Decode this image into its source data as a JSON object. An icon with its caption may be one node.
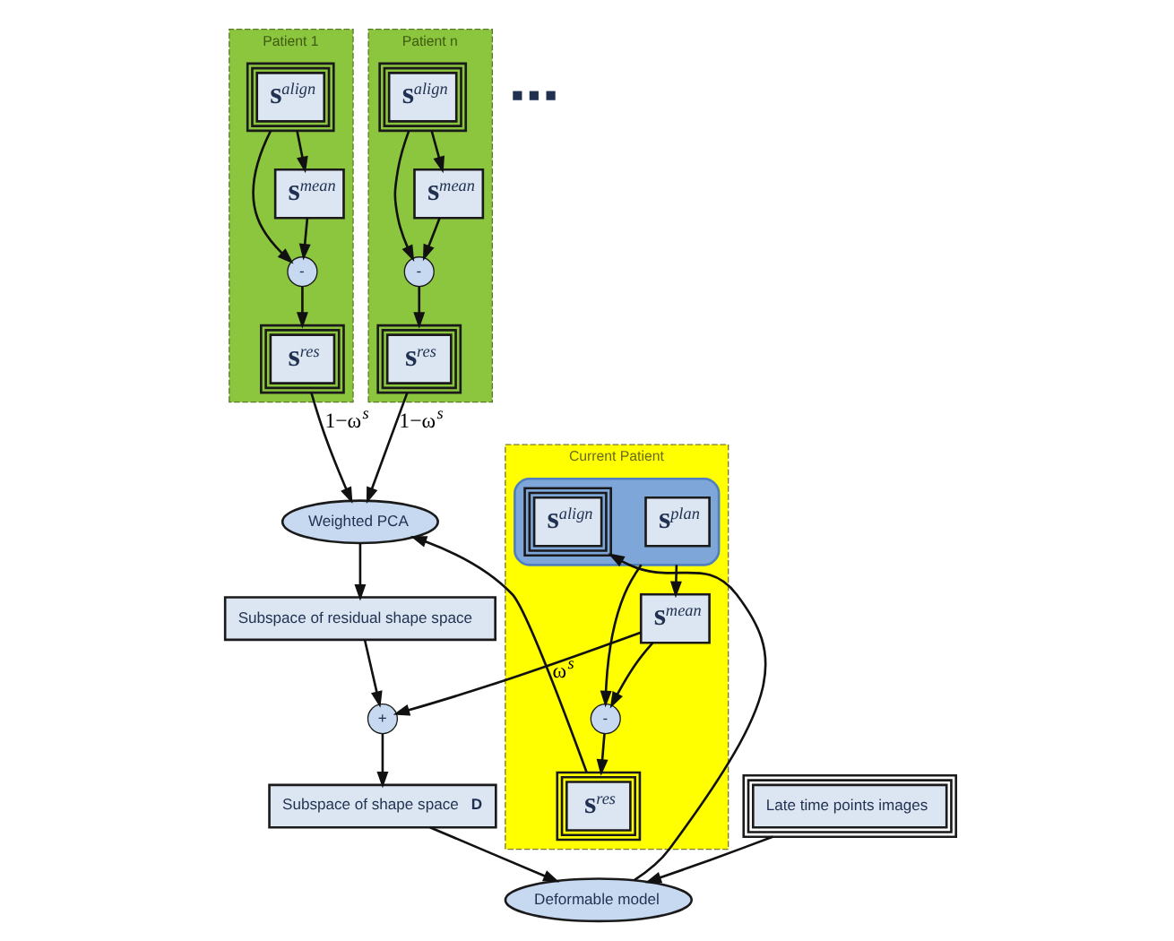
{
  "diagram": {
    "nodes": [
      {
        "text": [
          "Patient 1"
        ]
      },
      {
        "text": [
          "**s**$^{align}$"
        ],
        "in": 0
      },
      {
        "text": [
          "-"
        ],
        "in": 0
      },
      {
        "text": [
          "**s**$^{mean}$"
        ],
        "in": 0
      },
      {
        "text": [
          "**s**$^{res}$"
        ],
        "in": 0
      },
      {
        "text": [
          "Patient n"
        ]
      },
      {
        "text": [
          "**s**$^{align}$"
        ],
        "in": 5
      },
      {
        "text": [
          "-"
        ],
        "in": 5
      },
      {
        "text": [
          "**s**$^{mean}$"
        ],
        "in": 5
      },
      {
        "text": [
          "**s**$^{res}$"
        ],
        "in": 5
      },
      {
        "text": [
          "Weighted PCA"
        ]
      },
      {
        "text": [
          "Current Patient"
        ]
      },
      {
        "text": [
          "-"
        ],
        "in": 11
      },
      {
        "text": [
          "**s**$^{res}$"
        ],
        "in": 11
      },
      {
        "text": [],
        "shape": "box",
        "in": 11
      },
      {
        "text": [
          "**s**$^{plan}$"
        ],
        "in": 14
      },
      {
        "text": [
          "**s**$^{align}$"
        ],
        "in": 14
      },
      {
        "text": [
          "**s**$^{mean}$"
        ],
        "in": 11
      },
      {
        "text": [
          "Subspace of residual shape space"
        ]
      },
      {
        "text": [
          "+"
        ]
      },
      {
        "text": [
          "Subspace of shape space **D**"
        ]
      },
      {
        "text": [
          "Late time points images"
        ]
      },
      {
        "text": [
          "Deformable model"
        ]
      }
    ],
    "edges": [
      {
        "from": 1,
        "to": 2,
        "arrow": "to"
      },
      {
        "from": 1,
        "to": 3,
        "arrow": "to"
      },
      {
        "from": 3,
        "to": 2,
        "arrow": "to"
      },
      {
        "from": 2,
        "to": 4,
        "arrow": "to"
      },
      {
        "from": 6,
        "to": 7,
        "arrow": "to"
      },
      {
        "from": 6,
        "to": 8,
        "arrow": "to"
      },
      {
        "from": 8,
        "to": 7,
        "arrow": "to"
      },
      {
        "from": 7,
        "to": 9,
        "arrow": "to"
      },
      {
        "from": 4,
        "to": 10,
        "arrow": "to",
        "label": "1−ω$^{s}$"
      },
      {
        "from": 9,
        "to": 10,
        "arrow": "to",
        "label": "1−ω$^{s}$"
      },
      {
        "from": 13,
        "to": 10,
        "arrow": "to",
        "label": "ω$^{s}$"
      },
      {
        "from": 14,
        "to": 12,
        "arrow": "to"
      },
      {
        "from": 12,
        "to": 13,
        "arrow": "to"
      },
      {
        "from": 17,
        "to": 12,
        "arrow": "to"
      },
      {
        "from": 14,
        "to": 17,
        "arrow": "to"
      },
      {
        "from": 10,
        "to": 18,
        "arrow": "to"
      },
      {
        "from": 18,
        "to": 19,
        "arrow": "to"
      },
      {
        "from": 17,
        "to": 19,
        "arrow": "to"
      },
      {
        "from": 19,
        "to": 20,
        "arrow": "to"
      },
      {
        "from": 20,
        "to": 22,
        "arrow": "to"
      },
      {
        "from": 21,
        "to": 22,
        "arrow": "to"
      },
      {
        "from": 22,
        "to": 16,
        "arrow": "to"
      }
    ],
    "labels": [
      "■ ■ ■"
    ]
  }
}
